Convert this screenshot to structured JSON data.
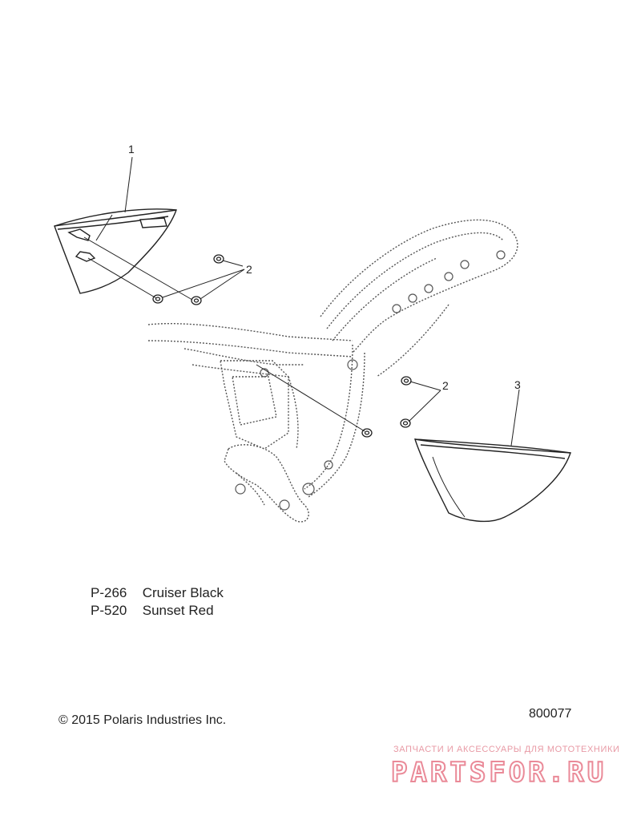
{
  "callouts": [
    "1",
    "2",
    "2",
    "3"
  ],
  "paint_codes": [
    {
      "code": "P-266",
      "name": "Cruiser Black"
    },
    {
      "code": "P-520",
      "name": "Sunset Red"
    }
  ],
  "copyright": "© 2015 Polaris Industries Inc.",
  "document_number": "800077",
  "watermark": {
    "tagline": "ЗАПЧАСТИ И АКСЕССУАРЫ ДЛЯ МОТОТЕХНИКИ",
    "logo_text": "PARTSFOR.RU"
  },
  "colors": {
    "line": "#333333",
    "frame_dots": "#555555",
    "watermark": "#e8909e"
  }
}
